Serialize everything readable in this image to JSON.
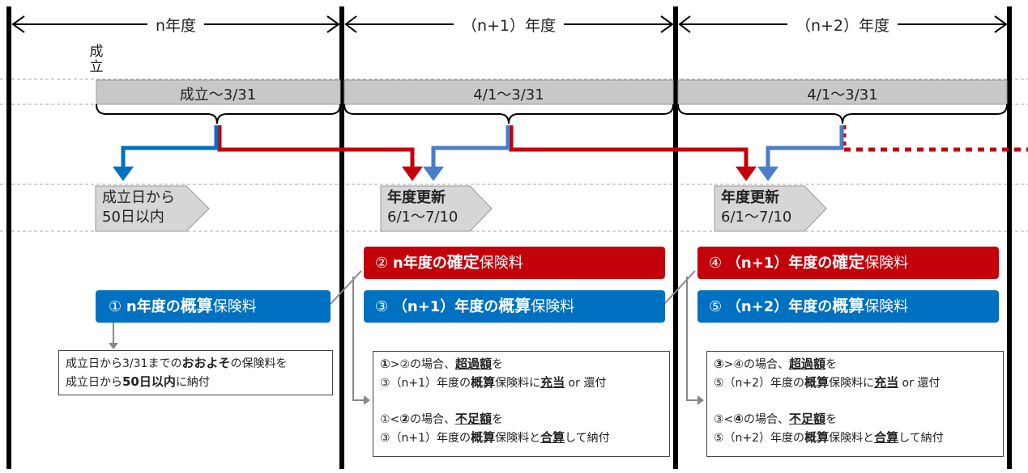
{
  "years": {
    "n": "n年度",
    "n1": "（n+1）年度",
    "n2": "（n+2）年度"
  },
  "seiritsu_marker": [
    "成",
    "立"
  ],
  "periods": {
    "p1": "成立〜3/31",
    "p2": "4/1〜3/31",
    "p3": "4/1〜3/31"
  },
  "deadlines": {
    "d1": [
      "成立日から",
      "50日以内"
    ],
    "d2": [
      "年度更新",
      "6/1〜7/10"
    ],
    "d3": [
      "年度更新",
      "6/1〜7/10"
    ]
  },
  "pills": {
    "p1": {
      "num": "①",
      "pre": "n年度の",
      "bold": "概算",
      "post": "保険料",
      "color": "blue"
    },
    "p2": {
      "num": "②",
      "pre": "n年度の",
      "bold": "確定",
      "post": "保険料",
      "color": "red"
    },
    "p3": {
      "num": "③",
      "pre": "（n+1）年度の",
      "bold": "概算",
      "post": "保険料",
      "color": "blue"
    },
    "p4": {
      "num": "④",
      "pre": "（n+1）年度の",
      "bold": "確定",
      "post": "保険料",
      "color": "red"
    },
    "p5": {
      "num": "⑤",
      "pre": "（n+2）年度の",
      "bold": "概算",
      "post": "保険料",
      "color": "blue"
    }
  },
  "notes": {
    "n1": {
      "l1a": "成立日から3/31までの",
      "l1b": "おおよそ",
      "l1c": "の保険料を",
      "l2a": "成立日から",
      "l2b": "50日以内",
      "l2c": "に納付"
    },
    "n2": {
      "a1": "①",
      "a2": ">",
      "a3": "②の場合、",
      "a4": "超過額",
      "a5": "を",
      "b1": "③（n+1）年度の",
      "b2": "概算",
      "b3": "保険料に",
      "b4": "充当",
      "b5": " or 還付",
      "c1": "①<",
      "c2": "②",
      "c3": "の場合、",
      "c4": "不足額",
      "c5": "を",
      "d1": "③（n+1）年度の",
      "d2": "概算",
      "d3": "保険料と",
      "d4": "合算",
      "d5": "して納付"
    },
    "n3": {
      "a1": "③",
      "a2": ">",
      "a3": "④の場合、",
      "a4": "超過額",
      "a5": "を",
      "b1": "⑤（n+2）年度の",
      "b2": "概算",
      "b3": "保険料に",
      "b4": "充当",
      "b5": " or 還付",
      "c1": "③<",
      "c2": "④",
      "c3": "の場合、",
      "c4": "不足額",
      "c5": "を",
      "d1": "⑤（n+2）年度の",
      "d2": "概算",
      "d3": "保険料と",
      "d4": "合算",
      "d5": "して納付"
    }
  },
  "colors": {
    "red": "#c4000a",
    "blue": "#0070c0",
    "blue_light": "#4a7ec9",
    "grey_bar": "#c8c8c8",
    "grey_line": "#888888"
  }
}
